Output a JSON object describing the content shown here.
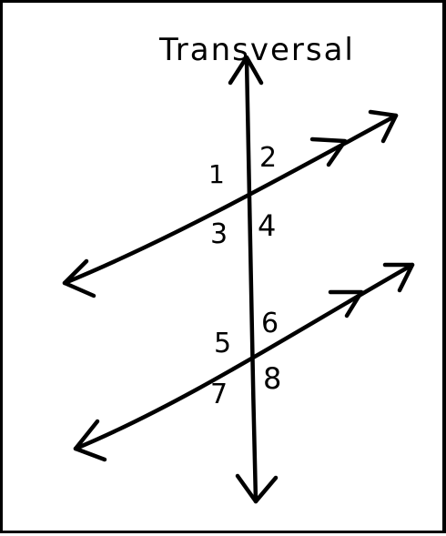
{
  "title": "Transversal",
  "angle_labels": [
    "1",
    "2",
    "3",
    "4",
    "5",
    "6",
    "7",
    "8"
  ],
  "colors": {
    "ink": "#000000",
    "paper": "#ffffff"
  }
}
